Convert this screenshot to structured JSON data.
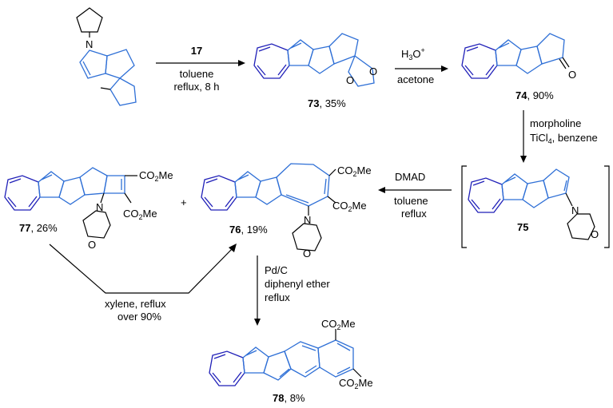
{
  "steps": {
    "step1": {
      "reagent": "17",
      "cond1": "toluene",
      "cond2": "reflux, 8 h"
    },
    "step2": {
      "reagent_base": "H",
      "reagent_sub": "3",
      "reagent_O": "O",
      "reagent_sup": "+",
      "cond": "acetone"
    },
    "step3": {
      "cond1": "morpholine",
      "cond2_base": "TiCl",
      "cond2_sub": "4",
      "cond2_rest": ", benzene"
    },
    "step4": {
      "reagent": "DMAD",
      "cond1": "toluene",
      "cond2": "reflux"
    },
    "step5": {
      "cond1": "Pd/C",
      "cond2": "diphenyl ether",
      "cond3": "reflux"
    },
    "step6": {
      "cond1": "xylene, reflux",
      "cond2": "over 90%"
    }
  },
  "compounds": {
    "c73": {
      "num": "73",
      "yield": ", 35%"
    },
    "c74": {
      "num": "74",
      "yield": ", 90%"
    },
    "c75": {
      "num": "75"
    },
    "c76": {
      "num": "76",
      "yield": ", 19%"
    },
    "c77": {
      "num": "77",
      "yield": ", 26%"
    },
    "c78": {
      "num": "78",
      "yield": ", 8%"
    }
  },
  "atoms": {
    "N": "N",
    "O": "O",
    "plus": "+",
    "co2me_a": "CO",
    "co2me_sub": "2",
    "co2me_b": "Me"
  }
}
